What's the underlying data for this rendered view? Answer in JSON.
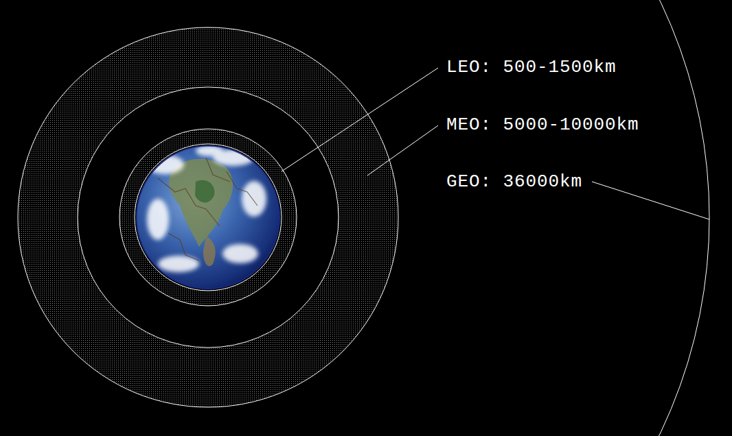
{
  "diagram": {
    "labels": [
      "LEO: 500-1500km",
      "MEO: 5000-10000km",
      "GEO: 36000km"
    ]
  }
}
